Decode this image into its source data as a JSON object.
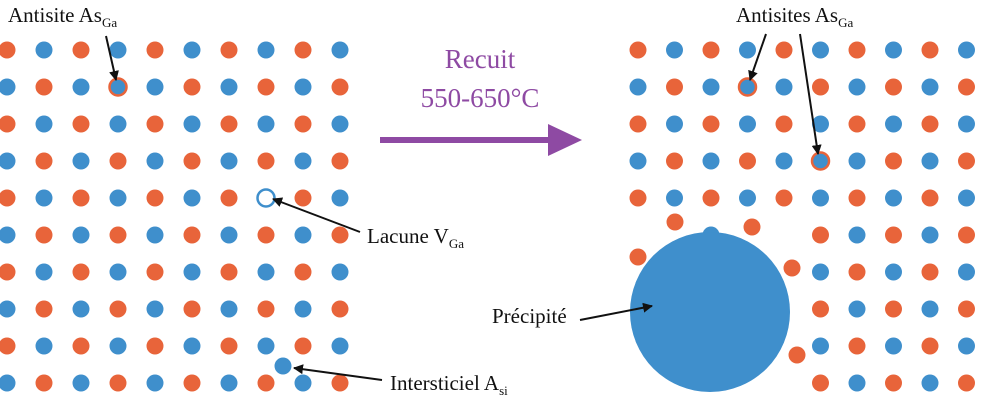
{
  "colors": {
    "as_site": "#e8643a",
    "ga_site": "#3f8fcc",
    "arrow": "#111111",
    "anneal": "#8e4aa3",
    "background": "#ffffff"
  },
  "left_panel": {
    "antisite": {
      "text": "Antisite As",
      "sub": "Ga"
    },
    "vacancy": {
      "text": "Lacune V",
      "sub": "Ga"
    },
    "interstitial": {
      "text": "Intersticiel A",
      "sub": "si"
    }
  },
  "anneal_step": {
    "title": "Recuit",
    "temperature": "550-650°C"
  },
  "right_panel": {
    "antisites": {
      "text": "Antisites As",
      "sub": "Ga"
    },
    "precipitate": {
      "text": "Précipité"
    }
  }
}
